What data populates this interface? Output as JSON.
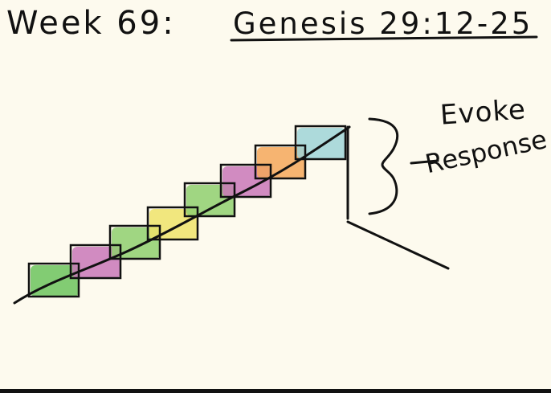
{
  "title": {
    "week": "Week 69:",
    "reference": "Genesis 29:12-25"
  },
  "labels": {
    "evoke": "Evoke",
    "response": "Response"
  },
  "steps": [
    {
      "color": "#6cc35d"
    },
    {
      "color": "#c977b8"
    },
    {
      "color": "#8fcf6e"
    },
    {
      "color": "#efe36a"
    },
    {
      "color": "#8fcf6e"
    },
    {
      "color": "#c977b8"
    },
    {
      "color": "#f4a75a"
    },
    {
      "color": "#9fd4d7"
    }
  ],
  "colors": {
    "ink": "#111111",
    "paper": "#fdfaee"
  }
}
